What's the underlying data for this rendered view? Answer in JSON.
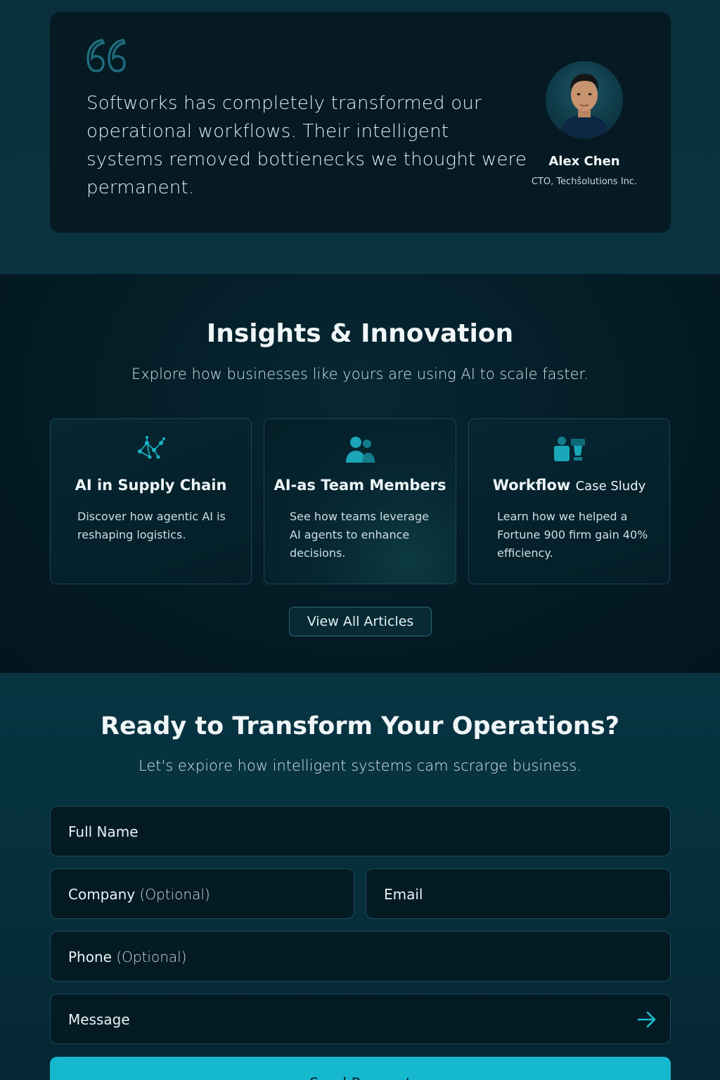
{
  "testimonial": {
    "quote": "Softworks has completely transformed our operational workflows. Their intelligent systems removed bottienecks we thought were permanent.",
    "name": "Alex Chen",
    "role": "CTO, Techŝolutions Inc."
  },
  "insights": {
    "title": "Insights & Innovation",
    "subtitle": "Explore how businesses like yours are using AI to scale faster.",
    "cards": [
      {
        "icon": "network-nodes-icon",
        "title": "AI in Supply Chain",
        "description": "Discover how agentic AI is reshaping logistics."
      },
      {
        "icon": "team-members-icon",
        "title": "AI-as Team Members",
        "description": "See how teams leverage AI agents to enhance decisions."
      },
      {
        "icon": "case-study-icon",
        "title": "Workflow",
        "title_suffix": "Case Sludy",
        "description": "Learn how we helped a Fortune 900 firm gain 40% efficiency."
      }
    ],
    "view_all_label": "View All Articles"
  },
  "contact": {
    "title": "Ready to Transform Your Operations?",
    "subtitle": "Let's expiore how intelligent systems cam scrarge business.",
    "fields": {
      "full_name": "Full Name",
      "company": "Company",
      "company_opt": "(Optional)",
      "email": "Email",
      "phone": "Phone",
      "phone_opt": "(Optional)",
      "message": "Message"
    },
    "send_label": "Send Request"
  },
  "colors": {
    "accent": "#16b8d0",
    "background": "#082a37",
    "card": "#051a23"
  }
}
